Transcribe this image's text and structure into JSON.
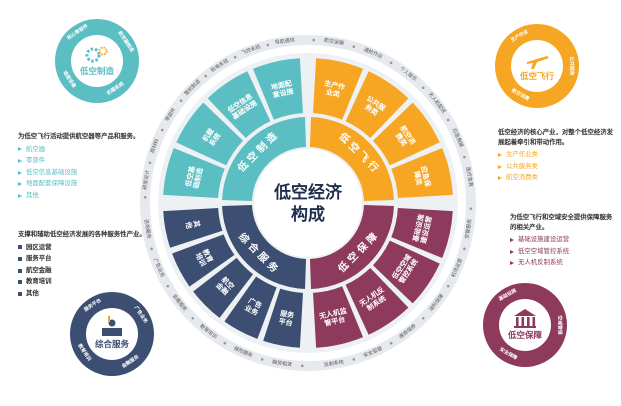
{
  "center": {
    "line1": "低空经济",
    "line2": "构成"
  },
  "colors": {
    "manufacturing": "#5bbec3",
    "flight": "#f6a623",
    "guarantee": "#8d3a5c",
    "service": "#3c4f72",
    "ring_light": "#eef1f4",
    "ring_outer": "#e6e9ed"
  },
  "sectors": {
    "manufacturing": {
      "title": "低空制造",
      "items": [
        "低空基础制造",
        "机载系统",
        "低空信息基础设施",
        "地面配套设施"
      ]
    },
    "flight": {
      "title": "低空飞行",
      "items": [
        "生产作业类",
        "公共服务类",
        "航空消费类",
        "应急保障类"
      ]
    },
    "guarantee": {
      "title": "低空保障",
      "items": [
        "基础设施建设运营",
        "低空空域管控系统",
        "无人机反制系统",
        "无人机监管平台"
      ]
    },
    "service": {
      "title": "综合服务",
      "items": [
        "服务平台",
        "广告业务",
        "航空金融",
        "教育培训",
        "其他"
      ]
    }
  },
  "outer_ring_labels": {
    "manufacturing": [
      "研发设计",
      "原材料",
      "零部件",
      "整机制造",
      "航电系统",
      "飞控系统",
      "导航通信"
    ],
    "flight": [
      "航空运输",
      "通航作业",
      "个人娱乐",
      "无人机配送",
      "应急救援",
      "医疗急救"
    ],
    "guarantee": [
      "空管服务",
      "机场运营",
      "油料保障",
      "维修保养",
      "安全监管",
      "反制系统"
    ],
    "service": [
      "融资租赁",
      "保险服务",
      "教育培训",
      "会展服务",
      "广告业务",
      "咨询服务"
    ]
  },
  "badges": {
    "manufacturing": {
      "title": "低空制造",
      "tags": [
        "核心零部件",
        "航空器制造",
        "机载系统",
        "地面设备"
      ]
    },
    "flight": {
      "title": "低空飞行",
      "tags": [
        "生产作业",
        "公共服务",
        "航空消费"
      ]
    },
    "service": {
      "title": "综合服务",
      "tags": [
        "服务平台",
        "广告业务",
        "金融服务",
        "教育培训"
      ]
    },
    "guarantee": {
      "title": "低空保障",
      "tags": [
        "基础设施",
        "空域管理",
        "安全保障"
      ]
    }
  },
  "panels": {
    "manufacturing": {
      "desc": "为低空飞行活动提供航空器等产品和服务。",
      "items": [
        "航空器",
        "零部件",
        "低空信息基础设施",
        "地面配套保障设施",
        "其他"
      ]
    },
    "flight": {
      "desc": "低空经济的核心产业，对整个低空经济发展起着牵引和带动作用。",
      "items": [
        "生产作业类",
        "公共服务类",
        "航空消费类"
      ]
    },
    "guarantee": {
      "desc": "为低空飞行和空域安全提供保障服务的相关产业。",
      "items": [
        "基础设施建设运营",
        "低空空域管控系统",
        "无人机反制系统"
      ]
    },
    "service": {
      "desc": "支撑和辅助低空经济发展的各种服务性产业。",
      "items": [
        "园区运营",
        "服务平台",
        "航空金融",
        "教育培训",
        "其他"
      ]
    }
  }
}
